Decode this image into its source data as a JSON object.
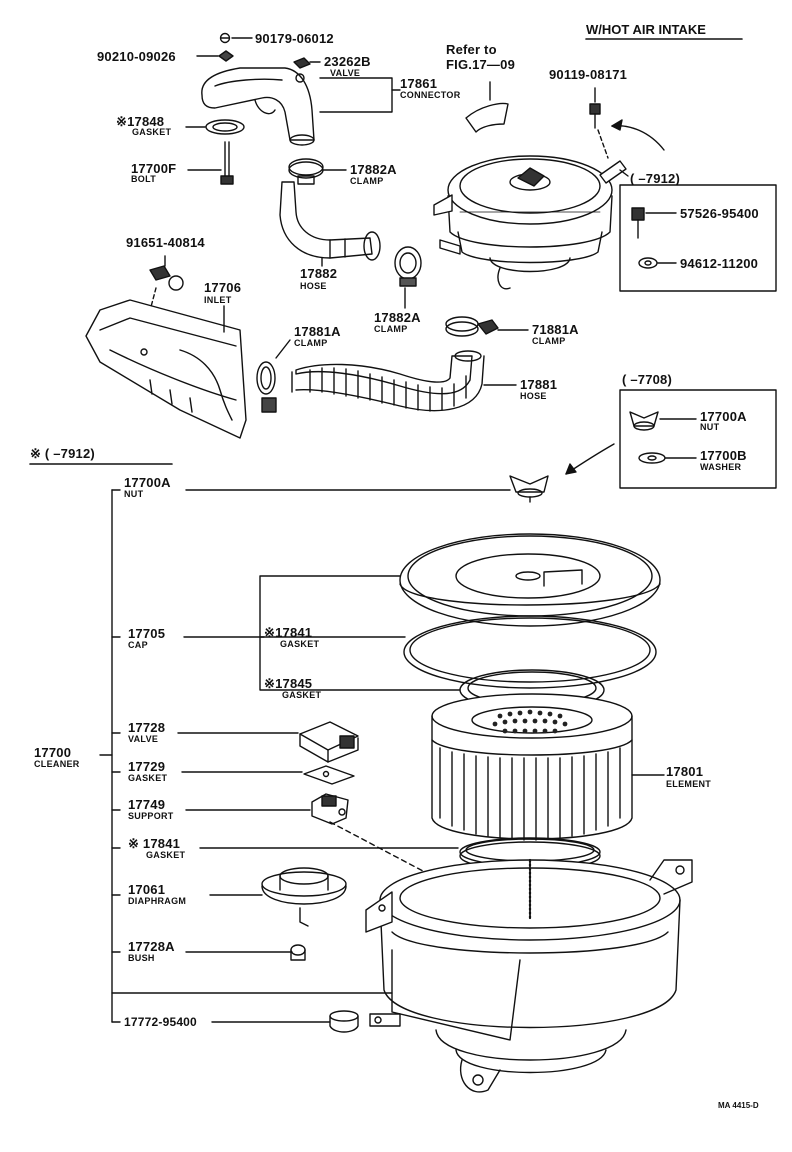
{
  "header": {
    "variant": "W/HOT AIR INTAKE"
  },
  "refer": {
    "line1": "Refer to",
    "line2": "FIG.17—09"
  },
  "date_notes": {
    "inset_top": "(      –7912)",
    "inset_mid": "(      –7708)",
    "asterisk_range": "※ (      –7912)"
  },
  "parts": {
    "p90179": {
      "number": "90179-06012"
    },
    "p90210": {
      "number": "90210-09026"
    },
    "p23262": {
      "number": "23262B",
      "name": "VALVE"
    },
    "p17861": {
      "number": "17861",
      "name": "CONNECTOR"
    },
    "p17848": {
      "number": "※17848",
      "name": "GASKET"
    },
    "p17700F": {
      "number": "17700F",
      "name": "BOLT"
    },
    "p17882A_top": {
      "number": "17882A",
      "name": "CLAMP"
    },
    "p17882": {
      "number": "17882",
      "name": "HOSE"
    },
    "p17882A_bot": {
      "number": "17882A",
      "name": "CLAMP"
    },
    "p90119": {
      "number": "90119-08171"
    },
    "p57526": {
      "number": "57526-95400"
    },
    "p94612": {
      "number": "94612-11200"
    },
    "p91651": {
      "number": "91651-40814"
    },
    "p17706": {
      "number": "17706",
      "name": "INLET"
    },
    "p17881A": {
      "number": "17881A",
      "name": "CLAMP"
    },
    "p71881A": {
      "number": "71881A",
      "name": "CLAMP"
    },
    "p17881": {
      "number": "17881",
      "name": "HOSE"
    },
    "p17700A_inset": {
      "number": "17700A",
      "name": "NUT"
    },
    "p17700B": {
      "number": "17700B",
      "name": "WASHER"
    },
    "p17700A": {
      "number": "17700A",
      "name": "NUT"
    },
    "p17705": {
      "number": "17705",
      "name": "CAP"
    },
    "p17841_a": {
      "number": "※17841",
      "name": "GASKET"
    },
    "p17845": {
      "number": "※17845",
      "name": "GASKET"
    },
    "p17700": {
      "number": "17700",
      "name": "CLEANER"
    },
    "p17728": {
      "number": "17728",
      "name": "VALVE"
    },
    "p17729": {
      "number": "17729",
      "name": "GASKET"
    },
    "p17749": {
      "number": "17749",
      "name": "SUPPORT"
    },
    "p17841_b": {
      "number": "※ 17841",
      "name": "GASKET"
    },
    "p17061": {
      "number": "17061",
      "name": "DIAPHRAGM"
    },
    "p17728A": {
      "number": "17728A",
      "name": "BUSH"
    },
    "p17772": {
      "number": "17772-95400"
    },
    "p17801": {
      "number": "17801",
      "name": "ELEMENT"
    }
  },
  "footer": {
    "code": "MA  4415-D"
  }
}
